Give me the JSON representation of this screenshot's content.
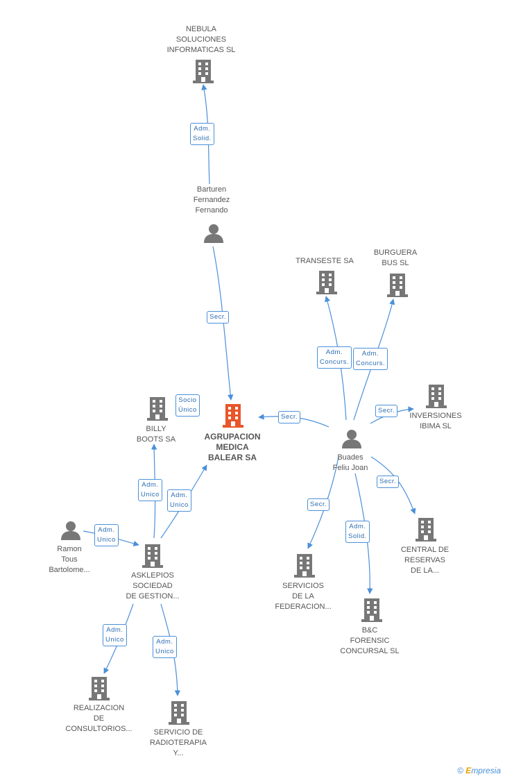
{
  "nodes": {
    "nebula": {
      "label": "NEBULA\nSOLUCIONES\nINFORMATICAS SL",
      "kind": "company"
    },
    "barturen": {
      "label": "Barturen\nFernandez\nFernando",
      "kind": "person"
    },
    "transeste": {
      "label": "TRANSESTE SA",
      "kind": "company"
    },
    "burguera": {
      "label": "BURGUERA\nBUS SL",
      "kind": "company"
    },
    "inversiones": {
      "label": "INVERSIONES\nIBIMA SL",
      "kind": "company"
    },
    "billy": {
      "label": "BILLY\nBOOTS SA",
      "kind": "company"
    },
    "agrupacion": {
      "label": "AGRUPACION\nMEDICA\nBALEAR SA",
      "kind": "company-main"
    },
    "buades": {
      "label": "Buades\nFeliu Joan",
      "kind": "person"
    },
    "ramon": {
      "label": "Ramon\nTous\nBartolome...",
      "kind": "person"
    },
    "asklepios": {
      "label": "ASKLEPIOS\nSOCIEDAD\nDE GESTION...",
      "kind": "company"
    },
    "central": {
      "label": "CENTRAL DE\nRESERVAS\nDE LA...",
      "kind": "company"
    },
    "servicios": {
      "label": "SERVICIOS\nDE LA\nFEDERACION...",
      "kind": "company"
    },
    "bc": {
      "label": "B&C\nFORENSIC\nCONCURSAL SL",
      "kind": "company"
    },
    "realizacion": {
      "label": "REALIZACION\nDE\nCONSULTORIOS...",
      "kind": "company"
    },
    "radioterapia": {
      "label": "SERVICIO DE\nRADIOTERAPIA\nY...",
      "kind": "company"
    }
  },
  "badges": {
    "b_nebula": "Adm.\nSolid.",
    "b_secr_barturen": "Secr.",
    "b_socio": "Socio\nÚnico",
    "b_secr_buades_main": "Secr.",
    "b_concurs_1": "Adm.\nConcurs.",
    "b_concurs_2": "Adm.\nConcurs.",
    "b_secr_inv": "Secr.",
    "b_secr_central": "Secr.",
    "b_secr_servicios": "Secr.",
    "b_solid_bc": "Adm.\nSolid.",
    "b_unico_billy": "Adm.\nUnico",
    "b_unico_main": "Adm.\nUnico",
    "b_unico_ramon": "Adm.\nUnico",
    "b_unico_realiz": "Adm.\nUnico",
    "b_unico_radio": "Adm.\nUnico"
  },
  "colors": {
    "edge": "#4a90d9",
    "icon": "#777777",
    "main_icon": "#e8562a"
  },
  "brand": {
    "copyright": "©",
    "e": "E",
    "rest": "mpresia"
  }
}
